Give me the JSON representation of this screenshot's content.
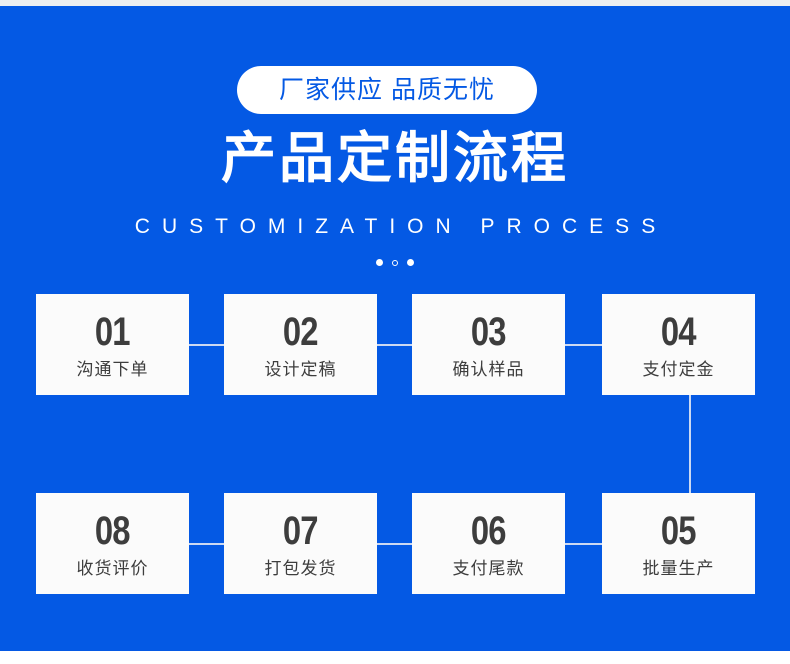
{
  "colors": {
    "background_blue": "#0459e4",
    "card_bg": "#fbfbfb",
    "card_text": "#3d3d3d",
    "badge_bg": "#ffffff",
    "badge_text": "#0459e4",
    "connector": "#ccd9f2",
    "top_strip": "#edeff1"
  },
  "header": {
    "badge_text": "厂家供应  品质无忧",
    "title": "产品定制流程",
    "subtitle": "CUSTOMIZATION   PROCESS",
    "dots": [
      "filled",
      "hollow",
      "filled"
    ]
  },
  "steps": [
    {
      "number": "01",
      "label": "沟通下单",
      "row": 1,
      "col": 1
    },
    {
      "number": "02",
      "label": "设计定稿",
      "row": 1,
      "col": 2
    },
    {
      "number": "03",
      "label": "确认样品",
      "row": 1,
      "col": 3
    },
    {
      "number": "04",
      "label": "支付定金",
      "row": 1,
      "col": 4
    },
    {
      "number": "08",
      "label": "收货评价",
      "row": 2,
      "col": 1
    },
    {
      "number": "07",
      "label": "打包发货",
      "row": 2,
      "col": 2
    },
    {
      "number": "06",
      "label": "支付尾款",
      "row": 2,
      "col": 3
    },
    {
      "number": "05",
      "label": "批量生产",
      "row": 2,
      "col": 4
    }
  ]
}
